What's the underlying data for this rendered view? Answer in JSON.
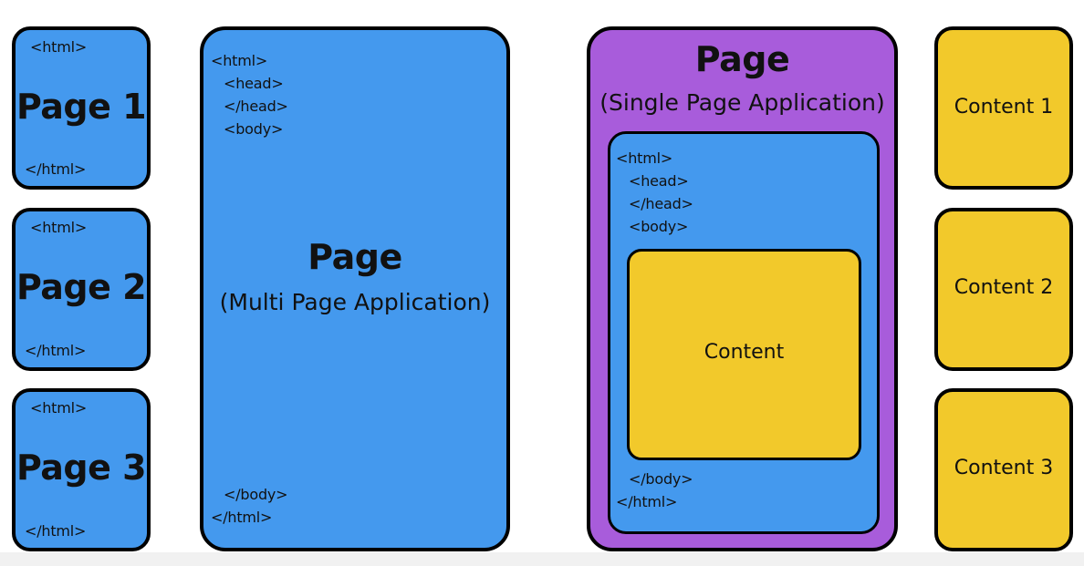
{
  "mpa_pages": [
    {
      "open_tag": "<html>",
      "label": "Page 1",
      "close_tag": "</html>"
    },
    {
      "open_tag": "<html>",
      "label": "Page 2",
      "close_tag": "</html>"
    },
    {
      "open_tag": "<html>",
      "label": "Page 3",
      "close_tag": "</html>"
    }
  ],
  "mpa_page": {
    "html_open": "<html>",
    "head_open": "<head>",
    "head_close": "</head>",
    "body_open": "<body>",
    "title": "Page",
    "subtitle": "(Multi Page Application)",
    "body_close": "</body>",
    "html_close": "</html>"
  },
  "spa_page": {
    "title": "Page",
    "subtitle": "(Single Page Application)",
    "html_open": "<html>",
    "head_open": "<head>",
    "head_close": "</head>",
    "body_open": "<body>",
    "content_label": "Content",
    "body_close": "</body>",
    "html_close": "</html>"
  },
  "spa_contents": [
    {
      "label": "Content 1"
    },
    {
      "label": "Content 2"
    },
    {
      "label": "Content 3"
    }
  ],
  "colors": {
    "page_blue": "#4499ee",
    "content_yellow": "#f2c92b",
    "spa_purple": "#a85cdb",
    "border": "#000000"
  }
}
